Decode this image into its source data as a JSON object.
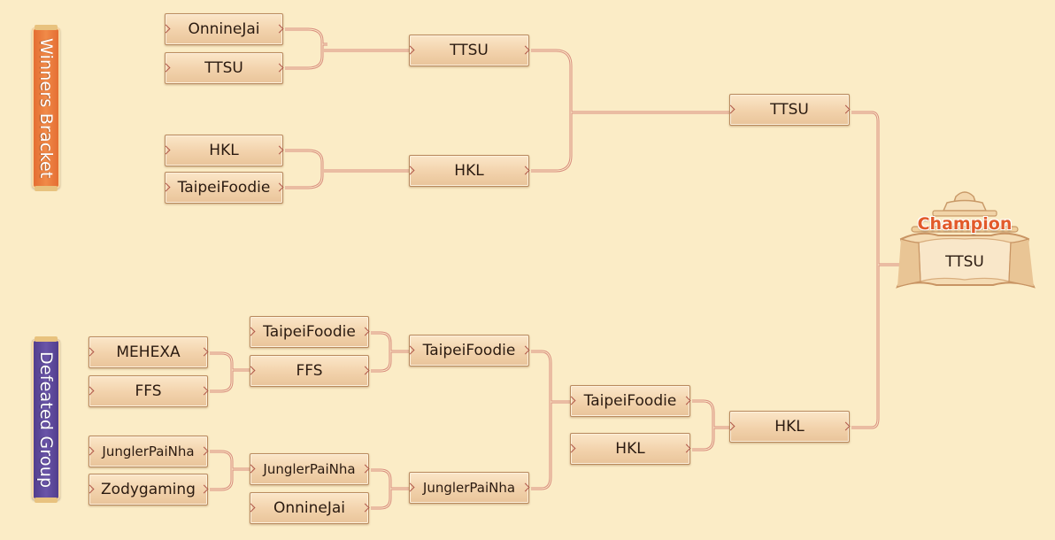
{
  "banners": {
    "winners": "Winners Bracket",
    "defeated": "Defeated Group"
  },
  "winners_bracket": {
    "round1": [
      [
        "OnnineJai",
        "TTSU"
      ],
      [
        "HKL",
        "TaipeiFoodie"
      ]
    ],
    "round2": [
      "TTSU",
      "HKL"
    ],
    "final": "TTSU"
  },
  "defeated_group": {
    "round1": [
      [
        "MEHEXA",
        "FFS"
      ],
      [
        "JunglerPaiNha",
        "Zodygaming"
      ]
    ],
    "round2": [
      [
        "TaipeiFoodie",
        "FFS"
      ],
      [
        "JunglerPaiNha",
        "OnnineJai"
      ]
    ],
    "round3": [
      "TaipeiFoodie",
      "JunglerPaiNha"
    ],
    "round4": [
      "TaipeiFoodie",
      "HKL"
    ],
    "final": "HKL"
  },
  "champion": {
    "label": "Champion",
    "team": "TTSU"
  },
  "colors": {
    "background": "#fbecc6",
    "wire": "#d88d7e",
    "winners_banner": "#e36a30",
    "defeated_banner": "#5b4696",
    "champion_label": "#e25a2a"
  }
}
